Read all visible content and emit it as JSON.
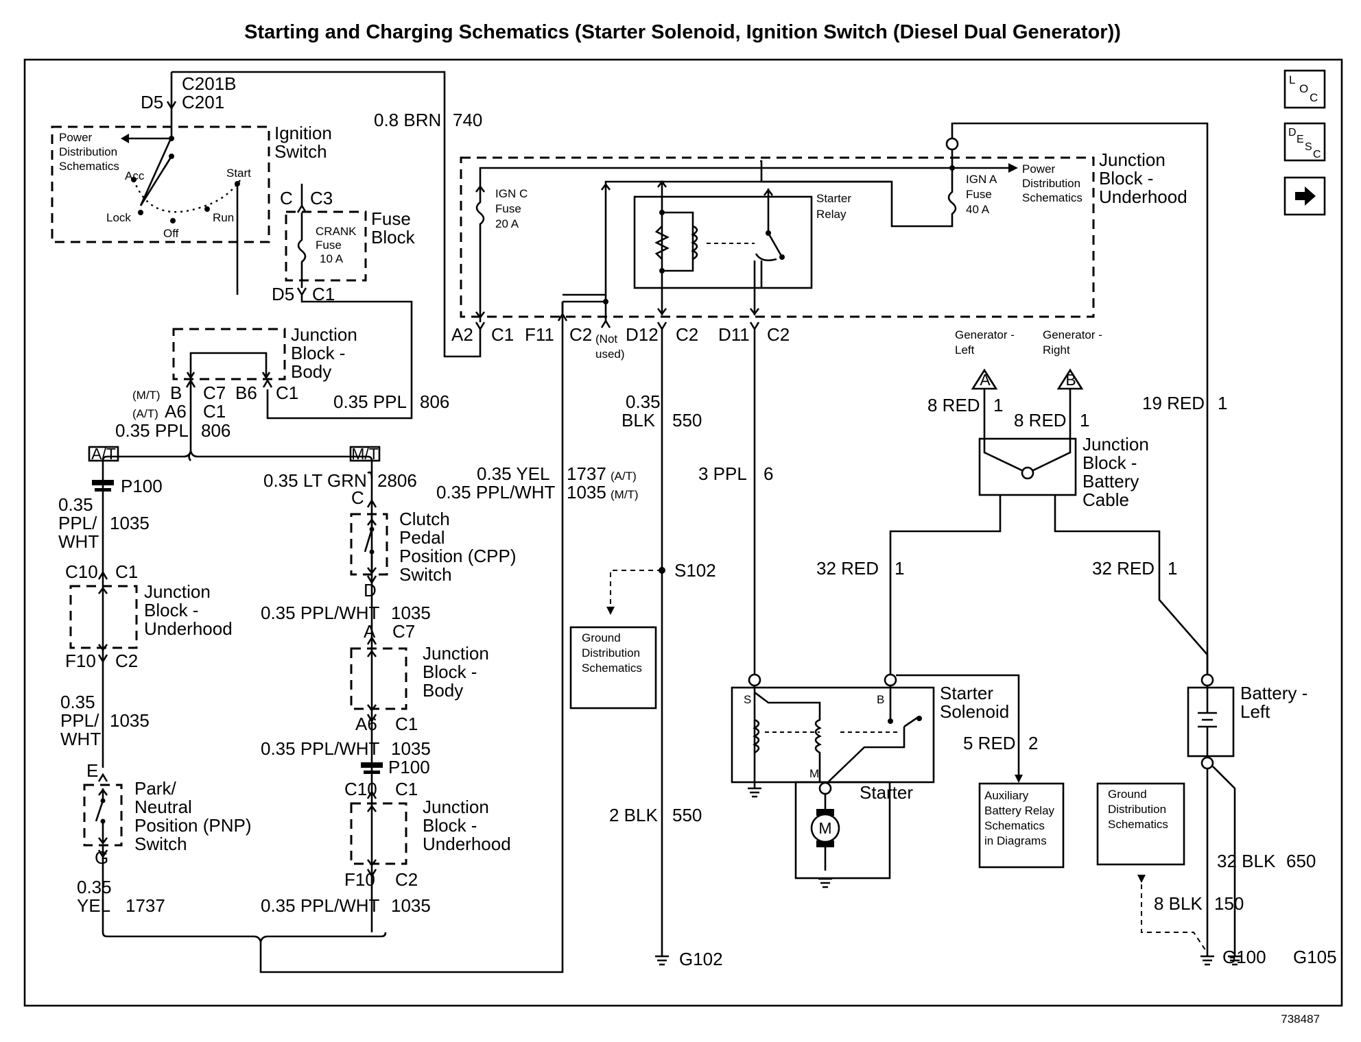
{
  "title": "Starting and Charging Schematics (Starter Solenoid, Ignition Switch (Diesel Dual Generator))",
  "figure_id": "738487",
  "nav": {
    "loc": "LOC",
    "desc": "DESC",
    "next_arrow": "next-arrow-icon"
  },
  "ignition": {
    "conn_top": "C201B",
    "conn_top2": "C201",
    "pin_d5": "D5",
    "label": [
      "Ignition",
      "Switch"
    ],
    "power_dist": [
      "Power",
      "Distribution",
      "Schematics"
    ],
    "acc": "Acc",
    "start": "Start",
    "lock": "Lock",
    "off": "Off",
    "run": "Run"
  },
  "fuse_block": {
    "pin_c": "C",
    "conn_c3": "C3",
    "label": [
      "Fuse",
      "Block"
    ],
    "fuse": [
      "CRANK",
      "Fuse",
      "10 A"
    ],
    "pin_d5": "D5",
    "conn_c1": "C1"
  },
  "brn_wire": {
    "gauge": "0.8 BRN",
    "circuit": "740"
  },
  "jb_body_top": {
    "label": [
      "Junction",
      "Block -",
      "Body"
    ],
    "mt": "(M/T)",
    "at": "(A/T)",
    "pin_b": "B",
    "pin_a6": "A6",
    "conn_c7": "C7",
    "conn_c1": "C1",
    "pin_b6": "B6",
    "conn_c1b": "C1",
    "wire_right": "0.35 PPL",
    "circuit_right": "806",
    "wire_left": "0.35 PPL",
    "circuit_left": "806"
  },
  "at_badge": "A/T",
  "mt_badge": "M/T",
  "left_branch": {
    "p100": "P100",
    "wire1_a": "0.35",
    "wire1_b": "PPL/",
    "wire1_c": "WHT",
    "circuit1": "1035",
    "c10": "C10",
    "c1": "C1",
    "jb_label": [
      "Junction",
      "Block -",
      "Underhood"
    ],
    "f10": "F10",
    "c2": "C2",
    "wire2_a": "0.35",
    "wire2_b": "PPL/",
    "wire2_c": "WHT",
    "circuit2": "1035",
    "pin_e": "E",
    "pnp_label": [
      "Park/",
      "Neutral",
      "Position (PNP)",
      "Switch"
    ],
    "pin_g": "G",
    "wire3_a": "0.35",
    "wire3_b": "YEL",
    "circuit3": "1737"
  },
  "mid_branch": {
    "wire1": "0.35 LT GRN",
    "circuit1": "2806",
    "pin_c": "C",
    "cpp_label": [
      "Clutch",
      "Pedal",
      "Position (CPP)",
      "Switch"
    ],
    "pin_d": "D",
    "wire2": "0.35 PPL/WHT",
    "circuit2": "1035",
    "pin_a": "A",
    "conn_c7": "C7",
    "jb_body": [
      "Junction",
      "Block -",
      "Body"
    ],
    "pin_a6": "A6",
    "conn_c1": "C1",
    "wire3": "0.35 PPL/WHT",
    "circuit3": "1035",
    "p100": "P100",
    "c10": "C10",
    "c1": "C1",
    "jb_under": [
      "Junction",
      "Block -",
      "Underhood"
    ],
    "f10": "F10",
    "c2": "C2",
    "wire4": "0.35 PPL/WHT",
    "circuit4": "1035"
  },
  "f11_wire": {
    "wire_yel": "0.35 YEL",
    "circuit_yel": "1737",
    "yel_note": "(A/T)",
    "wire_ppl": "0.35 PPL/WHT",
    "circuit_ppl": "1035",
    "ppl_note": "(M/T)"
  },
  "jb_underhood": {
    "label": [
      "Junction",
      "Block -",
      "Underhood"
    ],
    "ign_c": [
      "IGN C",
      "Fuse",
      "20 A"
    ],
    "ign_a": [
      "IGN A",
      "Fuse",
      "40 A"
    ],
    "power_dist": [
      "Power",
      "Distribution",
      "Schematics"
    ],
    "starter_relay": [
      "Starter",
      "Relay"
    ],
    "pins": [
      {
        "pin": "A2",
        "conn": "C1"
      },
      {
        "pin": "F11",
        "conn": "C2"
      },
      {
        "pin": "D12",
        "conn": "C2"
      },
      {
        "pin": "D11",
        "conn": "C2"
      }
    ],
    "not_used": [
      "(Not",
      "used)"
    ]
  },
  "blk_wire": {
    "gauge_a": "0.35",
    "gauge_b": "BLK",
    "circuit": "550",
    "splice": "S102",
    "ground_box": [
      "Ground",
      "Distribution",
      "Schematics"
    ],
    "wire2": "2 BLK",
    "circuit2": "550",
    "ground": "G102"
  },
  "ppl_wire": {
    "gauge": "3 PPL",
    "circuit": "6"
  },
  "generators": {
    "left": [
      "Generator -",
      "Left"
    ],
    "right": [
      "Generator -",
      "Right"
    ],
    "a": "A",
    "b": "B",
    "left_wire": "8 RED",
    "left_circuit": "1",
    "right_wire": "8 RED",
    "right_circuit": "1"
  },
  "jb_battery_cable": {
    "label": [
      "Junction",
      "Block -",
      "Battery",
      "Cable"
    ]
  },
  "red19": {
    "gauge": "19 RED",
    "circuit": "1"
  },
  "red32_left": {
    "gauge": "32 RED",
    "circuit": "1"
  },
  "red32_right": {
    "gauge": "32 RED",
    "circuit": "1"
  },
  "solenoid": {
    "label": [
      "Starter",
      "Solenoid"
    ],
    "s": "S",
    "b": "B",
    "m": "M",
    "starter": "Starter",
    "motor": "M"
  },
  "aux": {
    "wire": "5 RED",
    "circuit": "2",
    "box": [
      "Auxiliary",
      "Battery Relay",
      "Schematics",
      "in Diagrams"
    ]
  },
  "battery": {
    "label": [
      "Battery -",
      "Left"
    ]
  },
  "ground_right": {
    "box": [
      "Ground",
      "Distribution",
      "Schematics"
    ],
    "wire1": "32 BLK",
    "circuit1": "650",
    "wire2": "8 BLK",
    "circuit2": "150",
    "g100": "G100",
    "g105": "G105"
  }
}
